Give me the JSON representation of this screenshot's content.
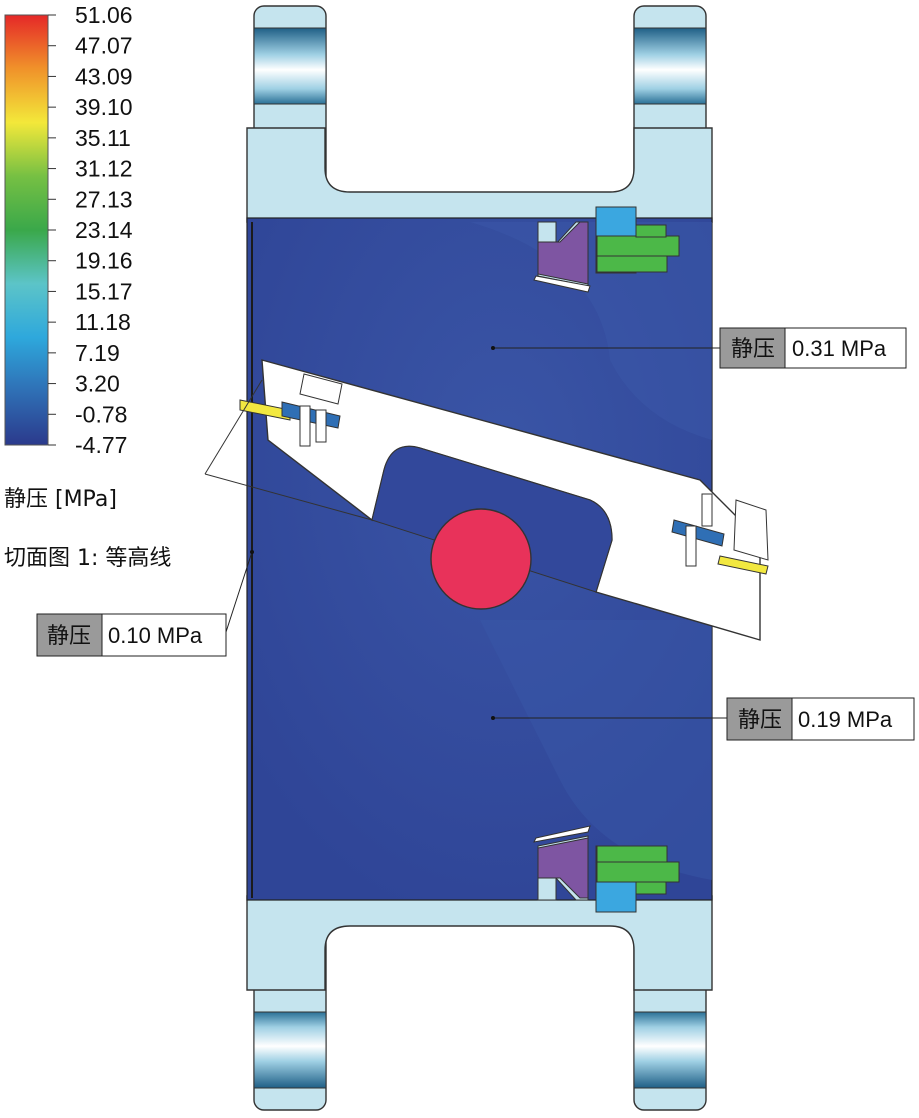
{
  "legend": {
    "ticks": [
      "51.06",
      "47.07",
      "43.09",
      "39.10",
      "35.11",
      "31.12",
      "27.13",
      "23.14",
      "19.16",
      "15.17",
      "11.18",
      "7.19",
      "3.20",
      "-0.78",
      "-4.77"
    ],
    "title": "静压 [MPa]",
    "subtitle": "切面图 1: 等高线",
    "gradient_colors": [
      "#e52828",
      "#f0922a",
      "#f3e83a",
      "#76c043",
      "#3aa84a",
      "#5cc4c8",
      "#2ea8dc",
      "#2f6fb5",
      "#2b3a8c"
    ]
  },
  "probes": [
    {
      "name": "静压",
      "value": "0.31 MPa"
    },
    {
      "name": "静压",
      "value": "0.10 MPa"
    },
    {
      "name": "静压",
      "value": "0.19 MPa"
    }
  ],
  "colors": {
    "housing": "#c5e4ee",
    "fluid": "#32489b",
    "shaft": "#e8325a",
    "seal_purple": "#7e55a2",
    "bolt_blue": "#3ba7e0",
    "bolt_green": "#4cb848",
    "gasket_yellow": "#f2e840",
    "outline": "#333333"
  }
}
